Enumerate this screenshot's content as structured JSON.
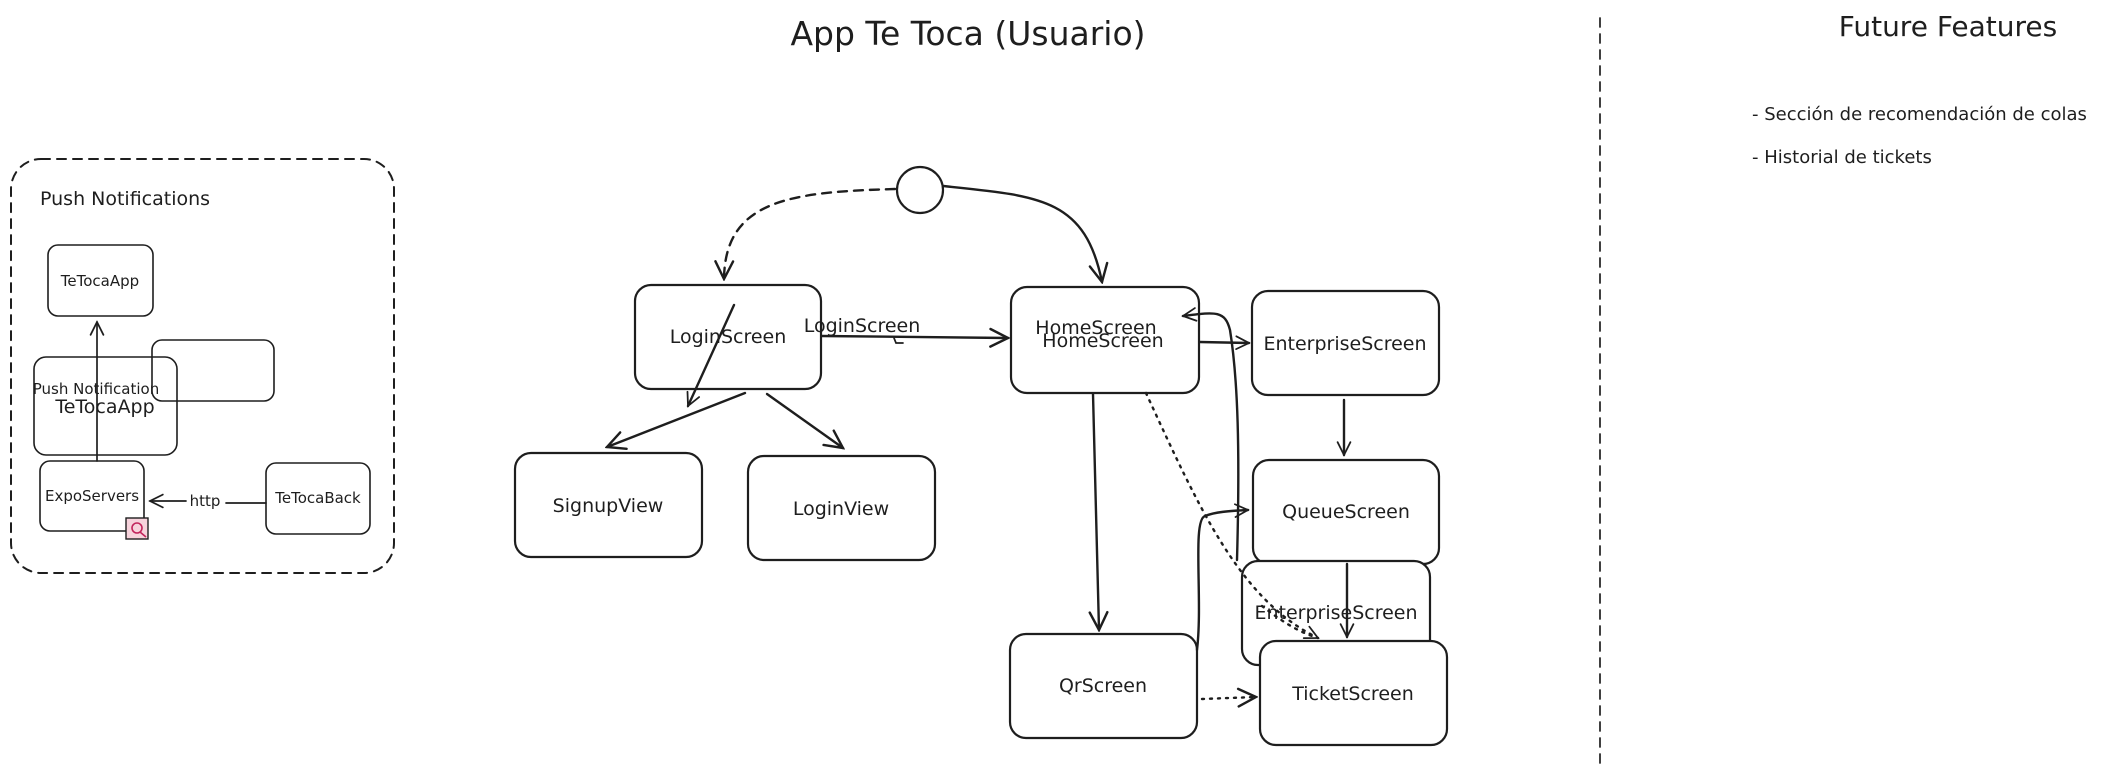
{
  "diagram": {
    "title": "App Te Toca (Usuario)",
    "nodes": {
      "login_screen": "LoginScreen",
      "home_screen_a": "HomeScreen",
      "home_screen_b": "HomeScreen",
      "enterprise_screen": "EnterpriseScreen",
      "signup_view": "SignupView",
      "login_view": "LoginView",
      "queue_screen": "QueueScreen",
      "enterprise_screen_2": "EnterpriseScreen",
      "qr_screen": "QrScreen",
      "ticket_screen": "TicketScreen"
    },
    "edge_labels": {
      "login_to_home": "LoginScreen"
    }
  },
  "push": {
    "title": "Push Notifications",
    "top_app": "TeTocaApp",
    "app": "TeTocaApp",
    "notification": "Push Notification",
    "expo": "ExpoServers",
    "back": "TeTocaBack",
    "http": "http"
  },
  "future": {
    "title": "Future Features",
    "items": [
      "- Sección de recomendación de colas",
      "- Historial de tickets"
    ]
  }
}
